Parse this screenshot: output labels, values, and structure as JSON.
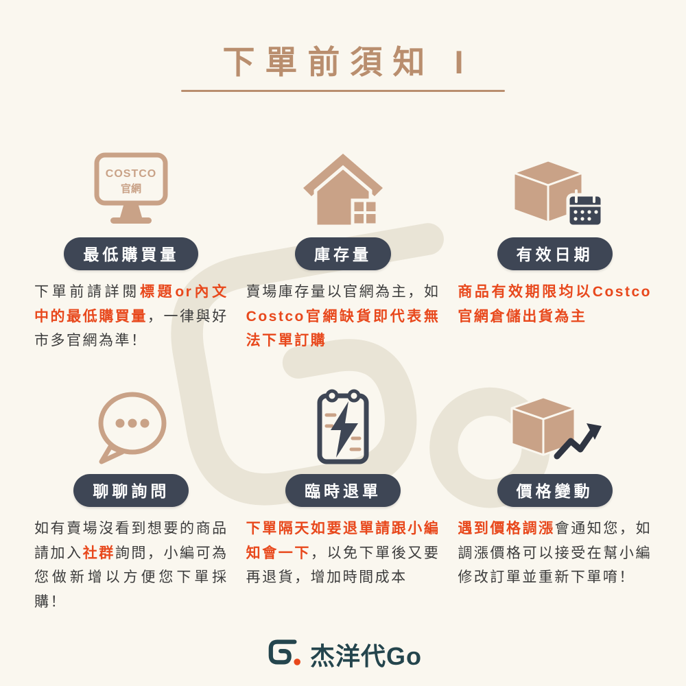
{
  "title": "下單前須知 I",
  "palette": {
    "background": "#faf7ef",
    "title_brown": "#b98e6e",
    "icon_tan": "#c9a287",
    "badge_navy": "#3e4655",
    "body_dark": "#3c3c3c",
    "highlight_red": "#e8481c",
    "brand_teal": "#24454d",
    "watermark_gray": "#e9e4d6"
  },
  "sections": [
    {
      "icon": "costco-monitor-icon",
      "icon_text": [
        "COSTCO",
        "官網"
      ],
      "badge": "最低購買量",
      "body": [
        {
          "t": "下單前請詳閱",
          "hl": false
        },
        {
          "t": "標題or內文中的最低購買量",
          "hl": true
        },
        {
          "t": "，一律與好市多官網為準！",
          "hl": false
        }
      ]
    },
    {
      "icon": "house-package-icon",
      "badge": "庫存量",
      "body": [
        {
          "t": "賣場庫存量以官網為主，如",
          "hl": false
        },
        {
          "t": "Costco官網缺貨即代表無法下單訂購",
          "hl": true
        }
      ]
    },
    {
      "icon": "box-calendar-icon",
      "badge": "有效日期",
      "body": [
        {
          "t": "商品有效期限均以Costco官網倉儲出貨為主",
          "hl": true
        }
      ]
    },
    {
      "icon": "chat-bubble-icon",
      "badge": "聊聊詢問",
      "body": [
        {
          "t": "如有賣場沒看到想要的商品請加入",
          "hl": false
        },
        {
          "t": "社群",
          "hl": true
        },
        {
          "t": "詢問，小編可為您做新增以方便您下單採購！",
          "hl": false
        }
      ]
    },
    {
      "icon": "clipboard-lightning-icon",
      "badge": "臨時退單",
      "body": [
        {
          "t": "下單隔天如要退單請跟小編知會一下",
          "hl": true
        },
        {
          "t": "，以免下單後又要再退貨，增加時間成本",
          "hl": false
        }
      ]
    },
    {
      "icon": "box-trend-up-icon",
      "badge": "價格變動",
      "body": [
        {
          "t": "遇到價格調漲",
          "hl": true
        },
        {
          "t": "會通知您，如調漲價格可以接受在幫小編修改訂單並重新下單唷！",
          "hl": false
        }
      ]
    }
  ],
  "footer": {
    "brand": "杰洋代Go"
  }
}
